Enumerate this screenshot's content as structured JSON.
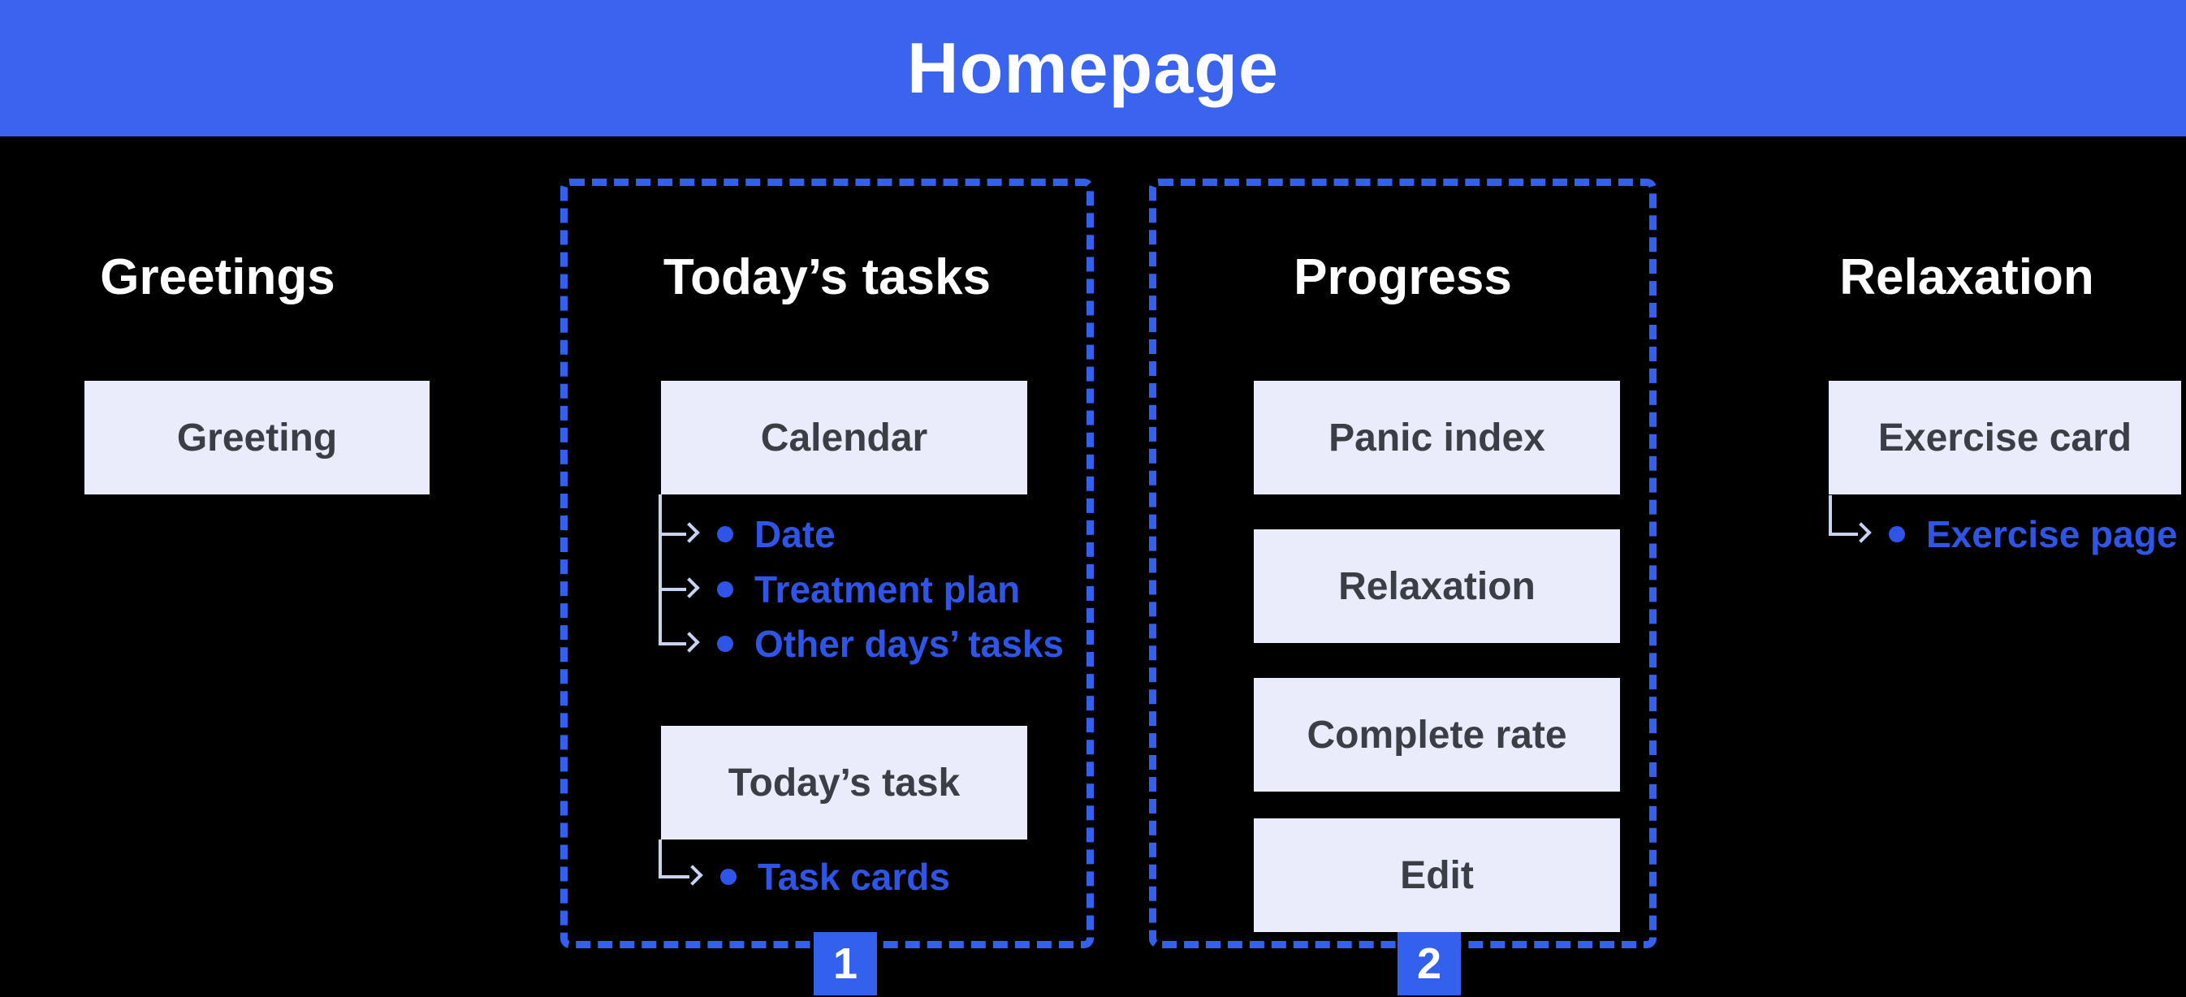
{
  "header": {
    "title": "Homepage"
  },
  "colors": {
    "background": "#000000",
    "header_bg": "#3B64EE",
    "accent_blue": "#3360EC",
    "bullet_blue": "#2E55E6",
    "card_bg": "#E8ECFB",
    "card_text": "#3A3F46",
    "connector": "#C7D3F1",
    "heading_text": "#FFFFFF"
  },
  "columns": [
    {
      "heading": "Greetings",
      "cards": [
        {
          "label": "Greeting",
          "children": []
        }
      ]
    },
    {
      "heading": "Today’s tasks",
      "badge": "1",
      "cards": [
        {
          "label": "Calendar",
          "children": [
            "Date",
            "Treatment plan",
            "Other days’ tasks"
          ]
        },
        {
          "label": "Today’s task",
          "children": [
            "Task cards"
          ]
        }
      ]
    },
    {
      "heading": "Progress",
      "badge": "2",
      "cards": [
        {
          "label": "Panic index",
          "children": []
        },
        {
          "label": "Relaxation",
          "children": []
        },
        {
          "label": "Complete rate",
          "children": []
        },
        {
          "label": "Edit",
          "children": []
        }
      ]
    },
    {
      "heading": "Relaxation",
      "cards": [
        {
          "label": "Exercise card",
          "children": [
            "Exercise page"
          ]
        }
      ]
    }
  ]
}
